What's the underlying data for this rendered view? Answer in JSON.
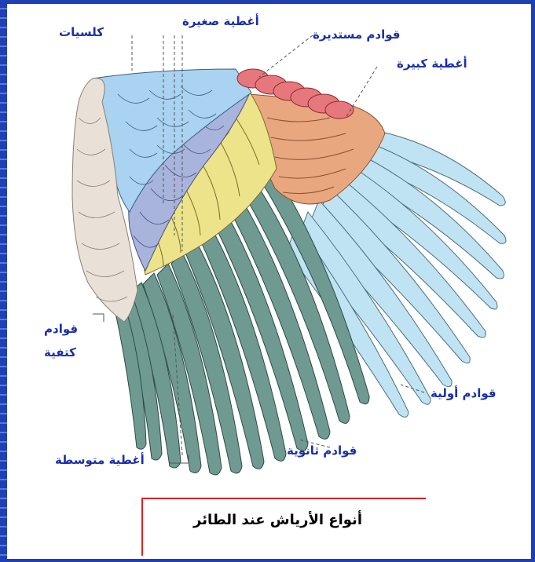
{
  "labels": {
    "coverts_calcified": "كلسيات",
    "small_coverts": "أغطية صغيرة",
    "primary_round": "قوادم مستديرة",
    "large_coverts": "أغطية كبيرة",
    "scapular_top": "قوادم",
    "scapular_bottom": "كتفية",
    "primary": "قوادم أولية",
    "secondary": "قوادم ثانوية",
    "middle_coverts": "أغطية متوسطة"
  },
  "title": "أنواع الأرياش عند الطائر",
  "colors": {
    "frame": "#1f3fb4",
    "label_text": "#1a2fa8",
    "title_border": "#e02020",
    "scapular": "#e9e1d8",
    "calcified": "#a9d3f0",
    "small_coverts": "#a8b4dc",
    "middle_coverts": "#ece38a",
    "large_coverts": "#e9a77f",
    "round_primary": "#e6777c",
    "secondary": "#6f9a92",
    "primary": "#bfe3f3"
  }
}
